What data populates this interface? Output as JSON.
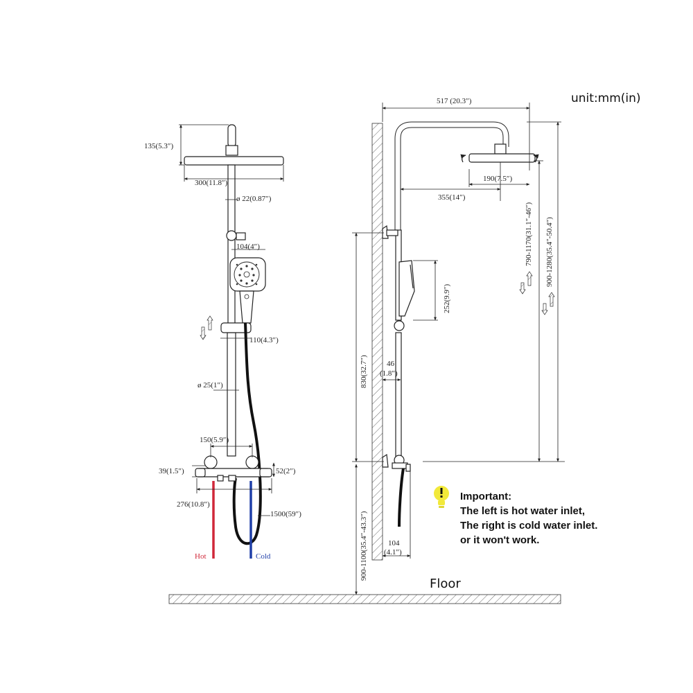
{
  "unit_label": "unit:mm(in)",
  "floor_label": "Floor",
  "front_view": {
    "head_height": "135(5.3″)",
    "head_width": "300(11.8″)",
    "upper_pipe_dia": "ø 22(0.87″)",
    "handheld_width": "104(4″)",
    "slider_width": "110(4.3″)",
    "lower_pipe_dia": "ø 25(1″)",
    "inlet_spacing": "150(5.9″)",
    "valve_height_left": "39(1.5″)",
    "valve_height_right": "52(2″)",
    "valve_width": "276(10.8″)",
    "hose_length": "1500(59″)",
    "hot_label": "Hot",
    "cold_label": "Cold",
    "colors": {
      "hot": "#d0283a",
      "cold": "#1f3fa8"
    }
  },
  "side_view": {
    "arm_reach_total": "517 (20.3″)",
    "head_diameter": "190(7.5″)",
    "arm_reach_head": "355(14″)",
    "handheld_height": "252(9.9″)",
    "bracket_to_valve": "830(32.7″)",
    "wall_offset": "46",
    "wall_offset_in": "(1.8″)",
    "head_adjust_range": "790-1170(31.1″-46″)",
    "total_adjust_range": "900-1280(35.4″-50.4″)",
    "valve_to_floor": "900-1100(35.4″-43.3″)",
    "valve_depth": "104",
    "valve_depth_in": "(4.1″)"
  },
  "important_note": {
    "title": "Important:",
    "line1": "The left is hot water inlet,",
    "line2": "The right is cold water inlet.",
    "line3": "or it won't work.",
    "icon": "warning-bulb-icon",
    "icon_color": "#f2e93a"
  }
}
